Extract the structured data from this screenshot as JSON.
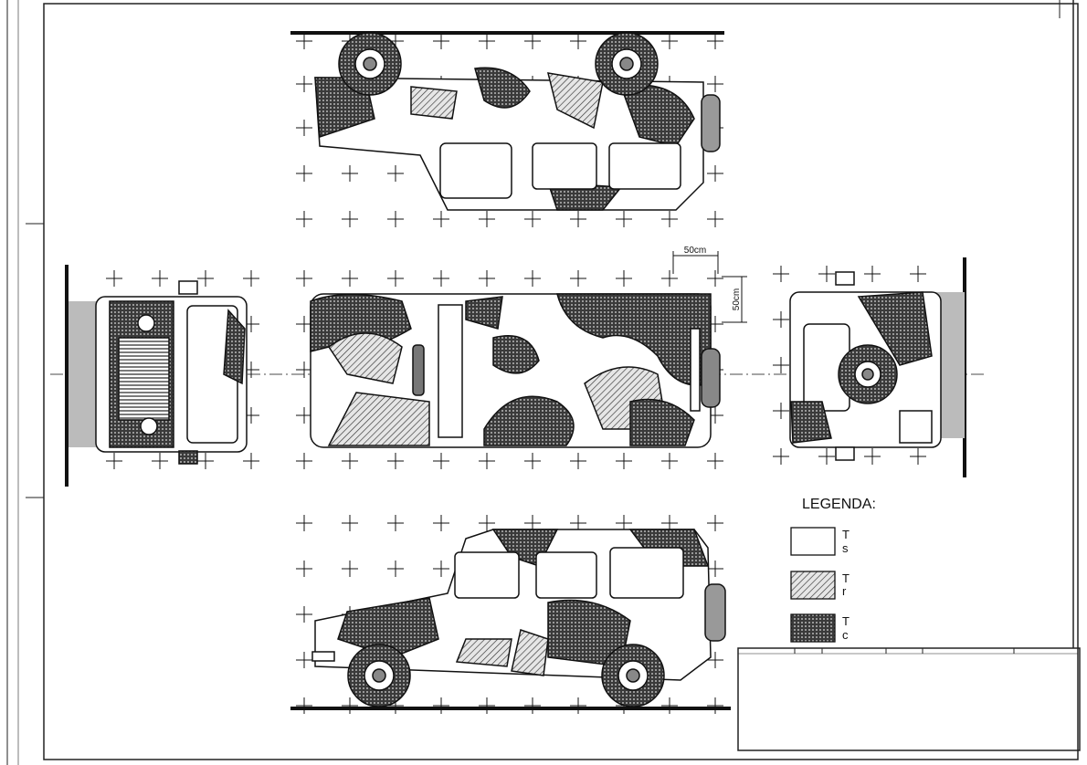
{
  "dimensions": {
    "horizontal_label": "50cm",
    "vertical_label": "50cm"
  },
  "legend": {
    "title": "LEGENDA:",
    "items": [
      {
        "swatch": "white",
        "text_line1": "T",
        "text_line2": "s"
      },
      {
        "swatch": "hatched",
        "text_line1": "T",
        "text_line2": "r"
      },
      {
        "swatch": "dotted-dark",
        "text_line1": "T",
        "text_line2": "c"
      }
    ]
  },
  "colors": {
    "ink": "#111111",
    "paper": "#ffffff",
    "hatch_bg": "#d8d8d8",
    "dot_bg": "#3a3a3a"
  }
}
